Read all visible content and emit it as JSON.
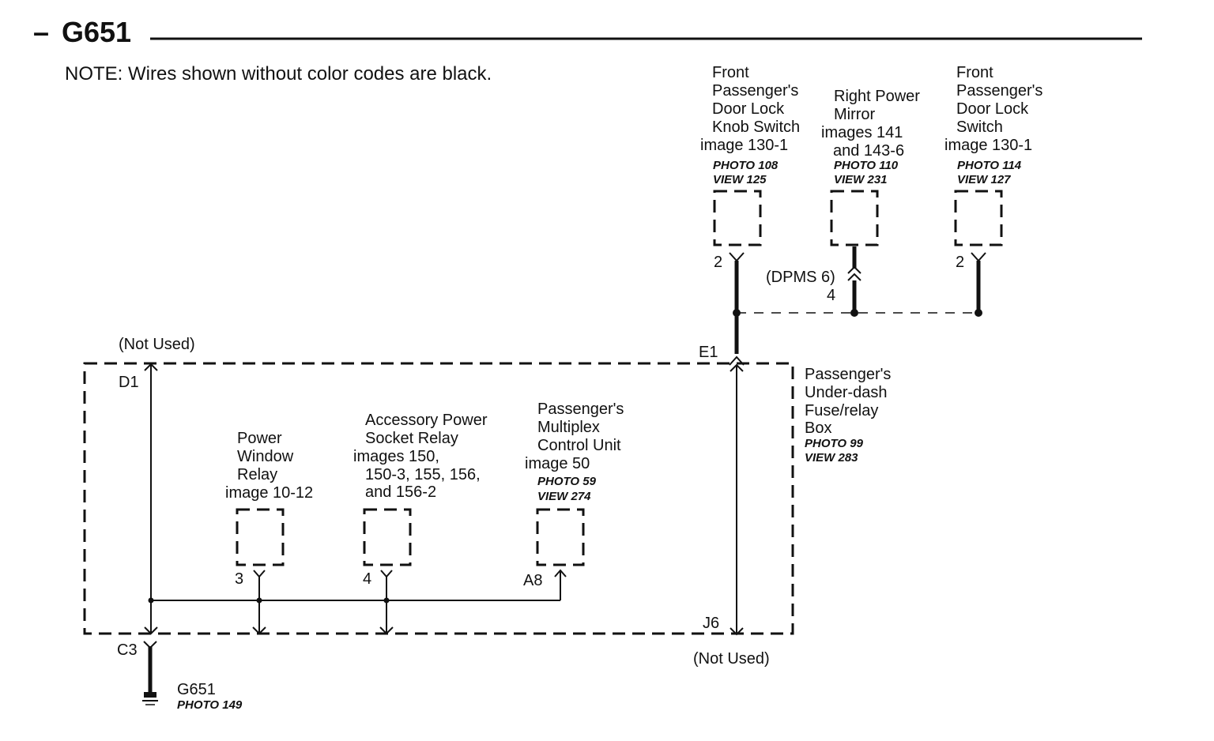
{
  "header": {
    "dash": "–",
    "title": "G651",
    "note": "NOTE: Wires shown without color codes are black."
  },
  "components": {
    "front_knob_switch": {
      "lines": [
        "Front",
        "Passenger's",
        "Door Lock",
        "Knob Switch",
        "image 130-1"
      ],
      "photo": "PHOTO 108",
      "view": "VIEW 125",
      "pin": "2"
    },
    "right_mirror": {
      "lines": [
        "Right Power",
        "Mirror",
        "images 141",
        "and 143-6"
      ],
      "photo": "PHOTO 110",
      "view": "VIEW 231",
      "connector": "(DPMS 6)",
      "pin": "4"
    },
    "front_lock_switch": {
      "lines": [
        "Front",
        "Passenger's",
        "Door Lock",
        "Switch",
        "image 130-1"
      ],
      "photo": "PHOTO 114",
      "view": "VIEW 127",
      "pin": "2"
    },
    "fuse_box": {
      "lines": [
        "Passenger's",
        "Under-dash",
        "Fuse/relay",
        "Box"
      ],
      "photo": "PHOTO 99",
      "view": "VIEW 283",
      "pin_e1": "E1",
      "pin_d1": "D1",
      "pin_j6": "J6",
      "pin_c3": "C3",
      "not_used_top": "(Not Used)",
      "not_used_bottom": "(Not Used)"
    },
    "power_window_relay": {
      "lines": [
        "Power",
        "Window",
        "Relay",
        "image 10-12"
      ],
      "pin": "3"
    },
    "accessory_socket_relay": {
      "lines": [
        "Accessory Power",
        "Socket Relay",
        "images 150,",
        "150-3, 155, 156,",
        "and 156-2"
      ],
      "pin": "4"
    },
    "multiplex_unit": {
      "lines": [
        "Passenger's",
        "Multiplex",
        "Control Unit",
        "image 50"
      ],
      "photo": "PHOTO 59",
      "view": "VIEW 274",
      "pin": "A8"
    },
    "ground": {
      "name": "G651",
      "photo": "PHOTO 149"
    }
  }
}
